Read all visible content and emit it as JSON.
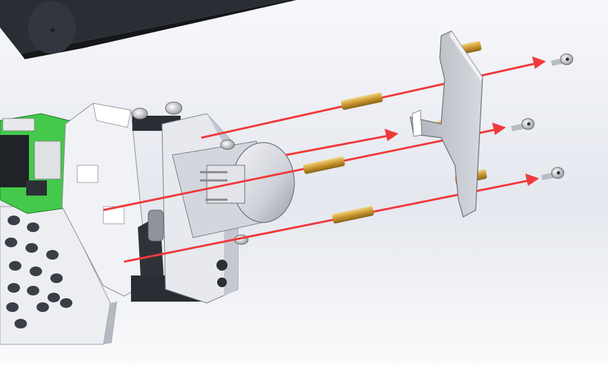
{
  "scene": {
    "kind": "exploded-assembly-render",
    "background_colors": [
      "#f7f8fb",
      "#e4e7ee",
      "#fbfbfc"
    ],
    "arrow_color": "#f03a3a",
    "standoff_color": "#d6a53a",
    "screw_color": "#c9ccd2",
    "bracket_color": "#c6c8cf",
    "pcb_color": "#42c84a",
    "chassis_color": "#e9eaee",
    "motor_color": "#d9dce2",
    "housing_color": "#2c2f36"
  },
  "parts": {
    "top_housing": {
      "icon": "dark-housing-shell"
    },
    "left_chassis": {
      "icon": "perforated-chassis-plate"
    },
    "pcb": {
      "icon": "green-circuit-board"
    },
    "motor": {
      "icon": "cylindrical-motor"
    },
    "bracket": {
      "icon": "l-shaped-mounting-bracket"
    },
    "standoffs": {
      "count": 6,
      "icon": "hex-brass-standoff"
    },
    "screws": {
      "count": 3,
      "icon": "socket-head-screw"
    },
    "arrows": {
      "count": 4,
      "icon": "assembly-direction-arrow"
    }
  }
}
